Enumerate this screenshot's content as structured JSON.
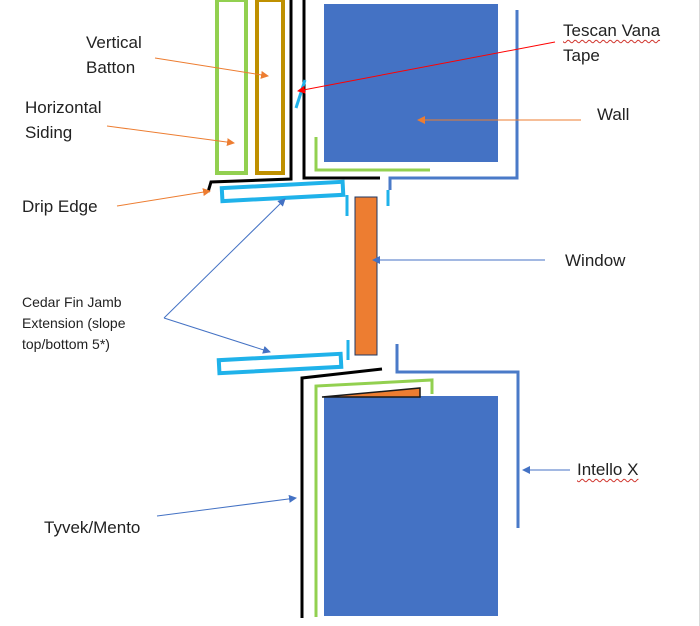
{
  "labels": {
    "vertical_batton": [
      "Vertical",
      "Batton"
    ],
    "horizontal_siding": [
      "Horizontal",
      "Siding"
    ],
    "drip_edge": "Drip Edge",
    "cedar_fin": [
      "Cedar Fin Jamb",
      "Extension (slope",
      "top/bottom 5*)"
    ],
    "tyvek": "Tyvek/Mento",
    "tescan": [
      "Tescan Vana",
      "Tape"
    ],
    "wall": "Wall",
    "window": "Window",
    "intello": "Intello X"
  },
  "colors": {
    "wall_block": "#4472c4",
    "window": "#ed7d31",
    "cedar_fin": "#1fb2ea",
    "siding": "#92d050",
    "batton": "#bf9000",
    "membrane": "#000000",
    "intello": "#4a7ac8",
    "leader_orange": "#ed7d31",
    "leader_blue": "#4472c4",
    "leader_red": "#ff0000"
  }
}
